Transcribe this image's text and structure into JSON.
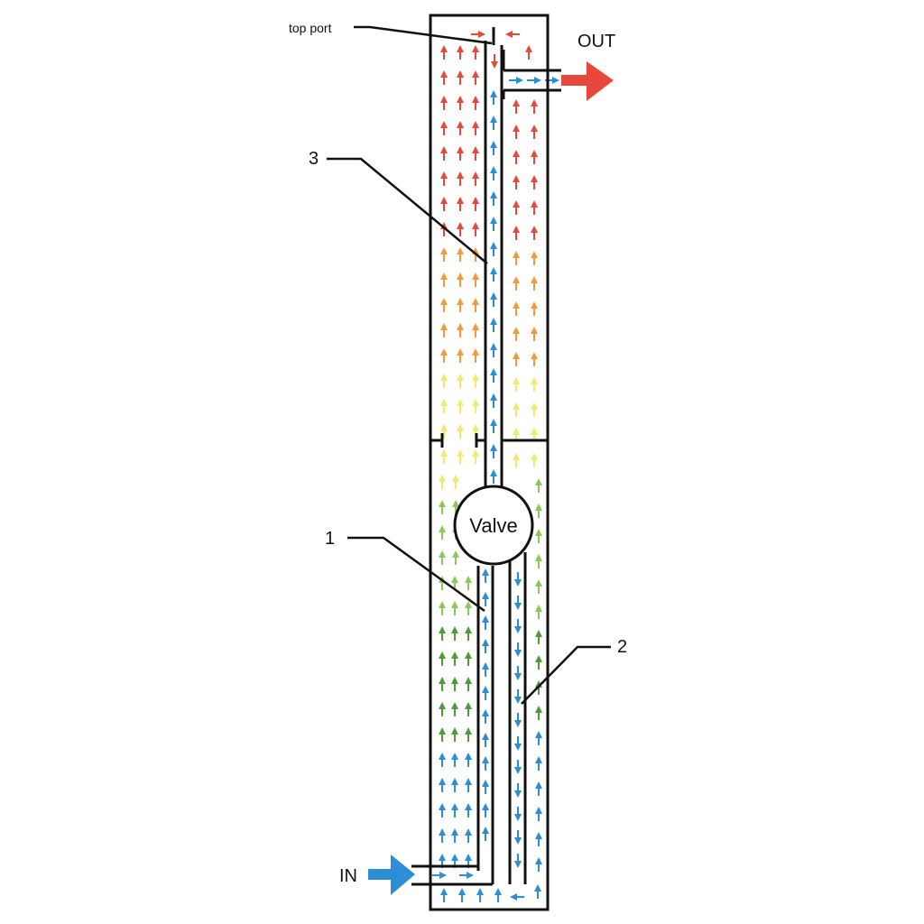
{
  "labels": {
    "top_port": "top port",
    "out": "OUT",
    "in": "IN",
    "valve": "Valve",
    "callout_1": "1",
    "callout_2": "2",
    "callout_3": "3"
  },
  "colors": {
    "outline": "#111111",
    "red": "#e8483b",
    "orange": "#f39a3c",
    "yellow": "#f2ea6a",
    "light_green": "#8cc85a",
    "green": "#4e9a3c",
    "blue": "#2d8ed6"
  },
  "icons": {
    "flow_arrow": "arrow-icon",
    "out_arrow": "out-arrow-icon",
    "in_arrow": "in-arrow-icon"
  }
}
